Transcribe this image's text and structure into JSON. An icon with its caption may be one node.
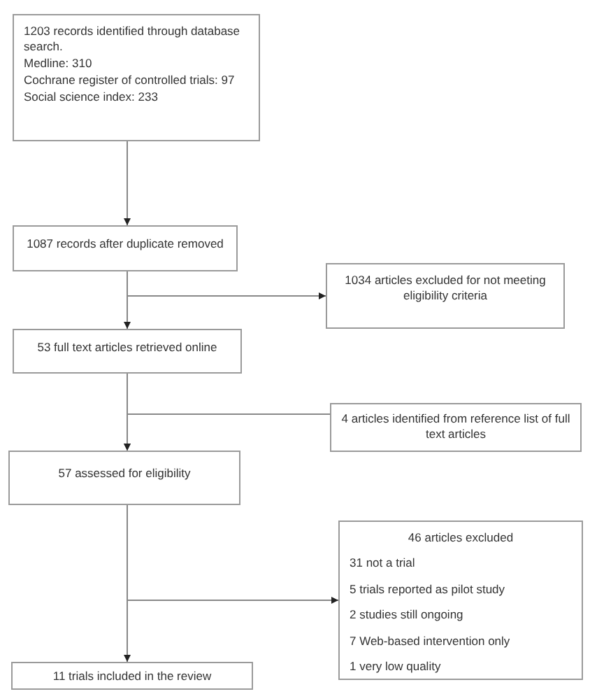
{
  "diagram": {
    "nodes": [
      {
        "text": [
          "1203 records identified through database search.",
          "Medline: 310",
          "Cochrane register of controlled trials: 97",
          "Social science index: 233"
        ]
      },
      {
        "text": [
          "1087 records after duplicate removed"
        ]
      },
      {
        "text": [
          "1034 articles excluded for not meeting eligibility criteria"
        ]
      },
      {
        "text": [
          "53 full text articles retrieved online"
        ]
      },
      {
        "text": [
          "4 articles identified from reference list of full text articles"
        ]
      },
      {
        "text": [
          "57 assessed for eligibility"
        ]
      },
      {
        "text": [
          "46 articles excluded",
          "31 not a trial",
          "5 trials reported as pilot study",
          "2 studies still ongoing",
          "7 Web-based intervention only",
          "1 very low quality"
        ]
      },
      {
        "text": [
          "11 trials included in the review"
        ]
      }
    ],
    "edges": [
      {
        "from": 0,
        "to": 1,
        "arrow": "to"
      },
      {
        "from": 1,
        "to": 3,
        "arrow": "to"
      },
      {
        "from": 1,
        "to": 2,
        "arrow": "to"
      },
      {
        "from": 3,
        "to": 5,
        "arrow": "to"
      },
      {
        "from": 4,
        "to": 5,
        "arrow": "to"
      },
      {
        "from": 5,
        "to": 7,
        "arrow": "to"
      },
      {
        "from": 5,
        "to": 6,
        "arrow": "to"
      }
    ]
  }
}
